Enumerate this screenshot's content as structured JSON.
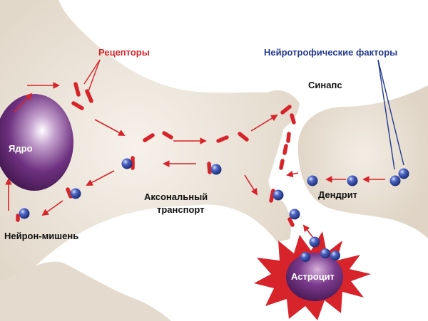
{
  "labels": {
    "receptors": "Рецепторы",
    "neurotrophic_factors": "Нейротрофические факторы",
    "synapse": "Синапс",
    "nucleus": "Ядро",
    "axonal_transport": "Аксональный транспорт",
    "dendrite": "Дендрит",
    "target_neuron": "Нейрон-мишень",
    "astrocyte": "Астроцит"
  },
  "colors": {
    "background": "#ffffff",
    "cell_body": "#e6ddd0",
    "nucleus": "#6a2f78",
    "receptor": "#d7232a",
    "arrow": "#d7232a",
    "factor": "#2c44a3",
    "receptor_label": "#d7232a",
    "factor_label": "#233a8f",
    "text": "#111111",
    "astrocyte_text": "#ffffff"
  }
}
